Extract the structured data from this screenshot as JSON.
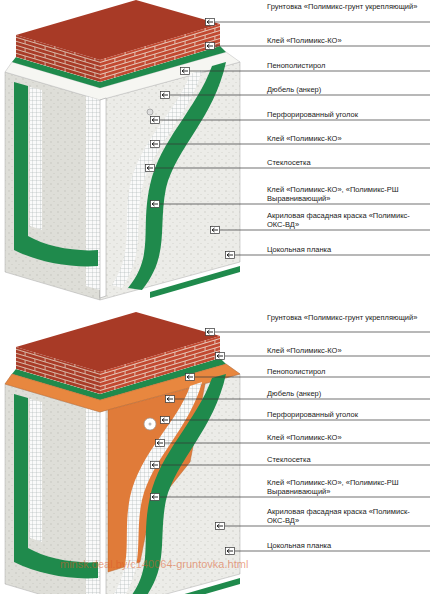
{
  "diagram": {
    "labels": [
      "Грунтовка «Полимикс-грунт укрепляющий»",
      "Клей «Полимикс-КО»",
      "Пенополистирол",
      "Дюбель (анкер)",
      "Перфорированный уголок",
      "Клей «Полимикс-КО»",
      "Стеклосетка",
      "Клей «Полимикс-КО», «Полимикс-РШ Выравнивающий»",
      "Акриловая фасадная краска «Полимикс-ОКС-ВД»",
      "Цокольная планка",
      "Грунтовка «Полимикс-грунт укрепляющий»",
      "Клей «Полимикс-КО»",
      "Пенополистирол",
      "Дюбель (анкер)",
      "Перфорированный уголок",
      "Клей «Полимикс-КО»",
      "Стеклосетка",
      "Клей «Полимикс-КО», «Полимикс-РШ Выравнивающий»",
      "Акриловая фасадная краска «Полимиск-ОКС-ВД»",
      "Цокольная планка",
      "minsk.deal.by/c140064-gruntovka.html"
    ]
  }
}
